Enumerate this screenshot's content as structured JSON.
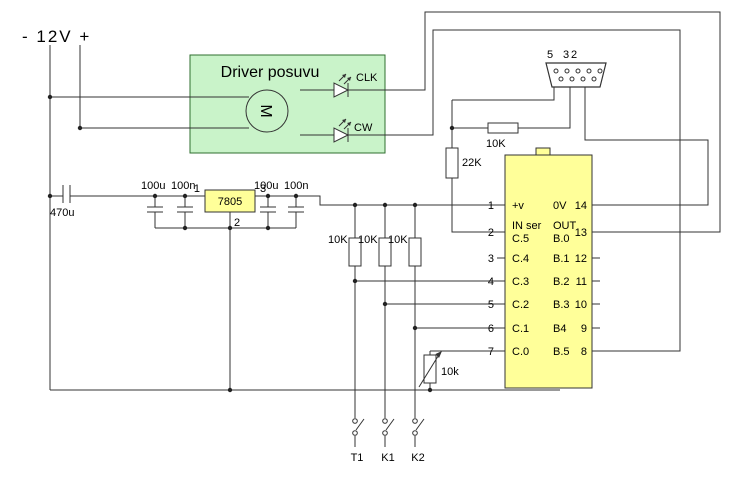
{
  "colors": {
    "driver_fill": "#c9f3c9",
    "driver_border": "#2f6f2f",
    "ic_fill": "#ffff99",
    "wire": "#333333"
  },
  "power_label": "- 12V +",
  "driver": {
    "title": "Driver posuvu",
    "motor_symbol": "M",
    "led_clk": "CLK",
    "led_cw": "CW"
  },
  "regulator": {
    "name": "7805",
    "pin1": "1",
    "pin2": "2",
    "pin3": "3"
  },
  "capacitors": {
    "input": "470u",
    "in_a": "100u",
    "in_b": "100n",
    "out_a": "100u",
    "out_b": "100n"
  },
  "resistors": {
    "pullup": "10K",
    "series": "22K",
    "col1": "10K",
    "col2": "10K",
    "col3": "10K",
    "pot": "10k"
  },
  "connector": {
    "pin_a": "5",
    "pin_b": "3",
    "pin_c": "2"
  },
  "ic": {
    "left": [
      {
        "num": "1",
        "label": "+v"
      },
      {
        "num": "2",
        "label": "C.5",
        "sublabel": "IN ser"
      },
      {
        "num": "3",
        "label": "C.4"
      },
      {
        "num": "4",
        "label": "C.3"
      },
      {
        "num": "5",
        "label": "C.2"
      },
      {
        "num": "6",
        "label": "C.1"
      },
      {
        "num": "7",
        "label": "C.0"
      }
    ],
    "right": [
      {
        "num": "14",
        "label": "0V"
      },
      {
        "num": "13",
        "label": "B.0",
        "sublabel": "OUT"
      },
      {
        "num": "12",
        "label": "B.1"
      },
      {
        "num": "11",
        "label": "B.2"
      },
      {
        "num": "10",
        "label": "B.3"
      },
      {
        "num": "9",
        "label": "B4"
      },
      {
        "num": "8",
        "label": "B.5"
      }
    ]
  },
  "switches": {
    "t1": "T1",
    "k1": "K1",
    "k2": "K2"
  }
}
